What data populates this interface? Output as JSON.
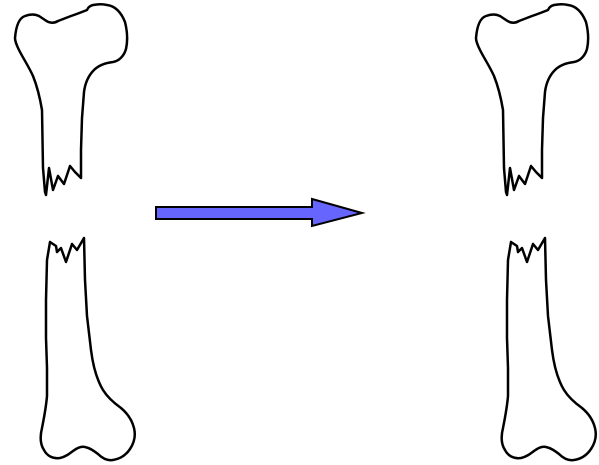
{
  "diagram": {
    "before_group": {
      "upper_fragment": "fractured-femur-upper-fragment",
      "lower_fragment": "fractured-femur-lower-fragment"
    },
    "transition_arrow": {
      "direction": "right",
      "fill_color": "#6666ff",
      "stroke_color": "#000000"
    },
    "after_group": {
      "upper_fragment": "fractured-femur-upper-fragment",
      "lower_fragment": "fractured-femur-lower-fragment"
    },
    "outline_color": "#000000",
    "background_color": "#ffffff"
  }
}
